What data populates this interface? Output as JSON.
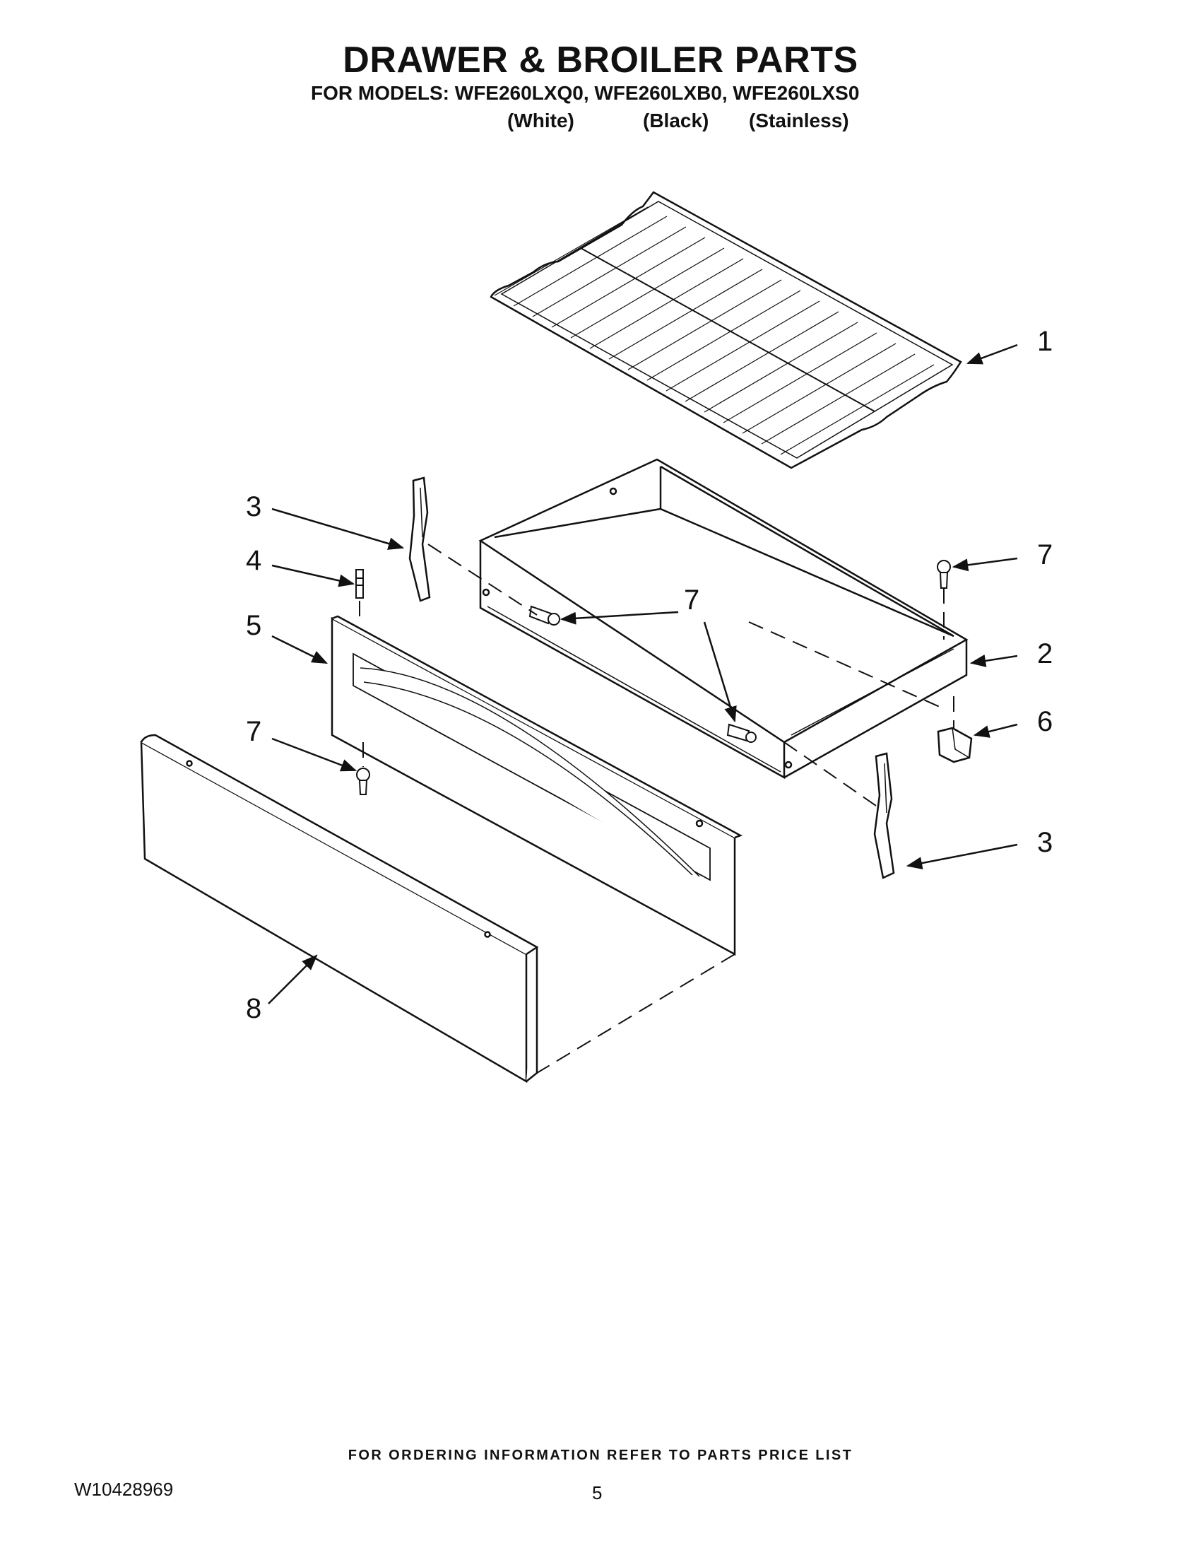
{
  "header": {
    "title": "DRAWER & BROILER PARTS",
    "models_line": "FOR MODELS: WFE260LXQ0, WFE260LXB0, WFE260LXS0",
    "colors": [
      "(White)",
      "(Black)",
      "(Stainless)"
    ]
  },
  "callouts": {
    "c1": "1",
    "c2": "2",
    "c3a": "3",
    "c3b": "3",
    "c4": "4",
    "c5": "5",
    "c6": "6",
    "c7a": "7",
    "c7b": "7",
    "c7c": "7",
    "c8": "8"
  },
  "footer": {
    "note": "FOR ORDERING INFORMATION REFER TO PARTS PRICE LIST",
    "doc_number": "W10428969",
    "page_number": "5"
  }
}
